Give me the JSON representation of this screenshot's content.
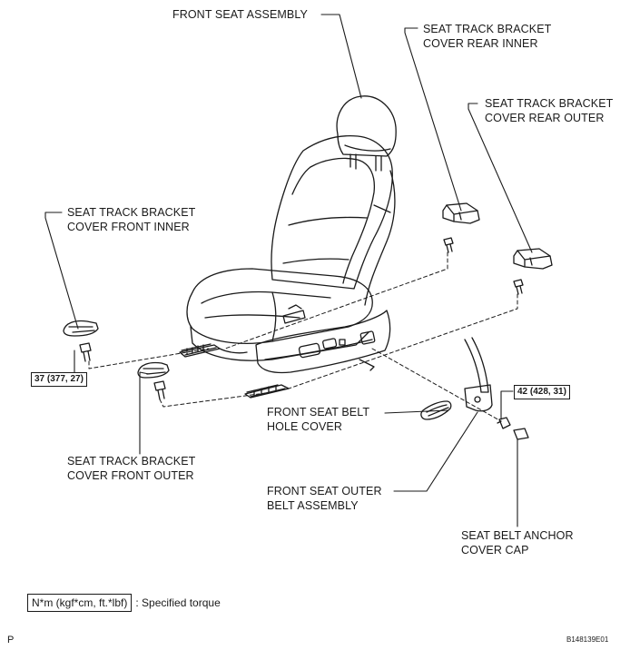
{
  "labels": {
    "front_seat_assembly": "FRONT SEAT ASSEMBLY",
    "rear_inner": [
      "SEAT TRACK BRACKET",
      "COVER REAR INNER"
    ],
    "rear_outer": [
      "SEAT TRACK BRACKET",
      "COVER REAR OUTER"
    ],
    "front_inner": [
      "SEAT TRACK BRACKET",
      "COVER FRONT INNER"
    ],
    "front_outer": [
      "SEAT TRACK BRACKET",
      "COVER FRONT OUTER"
    ],
    "belt_hole_cover": [
      "FRONT SEAT BELT",
      "HOLE COVER"
    ],
    "outer_belt": [
      "FRONT SEAT OUTER",
      "BELT ASSEMBLY"
    ],
    "anchor_cap": [
      "SEAT BELT ANCHOR",
      "COVER CAP"
    ]
  },
  "torques": {
    "front_inner_bolt": "37 (377, 27)",
    "anchor_bolt": "42 (428, 31)"
  },
  "legend": {
    "unit_box": "N*m (kgf*cm, ft.*lbf)",
    "text": ": Specified torque"
  },
  "corner": {
    "left": "P",
    "right": "B148139E01"
  }
}
